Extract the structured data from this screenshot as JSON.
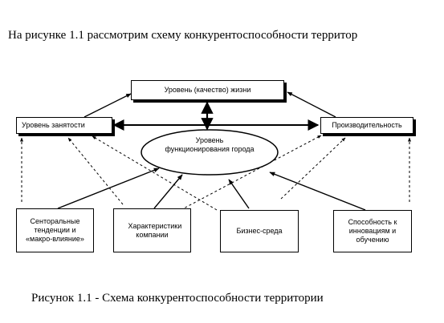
{
  "intro_text": "На рисунке 1.1 рассмотрим схему конкурентоспособности территор",
  "caption": "Рисунок 1.1 -  Схема конкурентоспособности территории",
  "diagram": {
    "top_box": "Уровень (качество) жизни",
    "left_box": "Уровень занятости",
    "right_box": "Производительность",
    "center_ellipse": "Уровень функционирования города",
    "bottom_boxes": [
      "Сенторальные тенденции и «макро-влияние»",
      "Характеристики компании",
      "Бизнес-среда",
      "Способность к инновациям и обучению"
    ]
  }
}
